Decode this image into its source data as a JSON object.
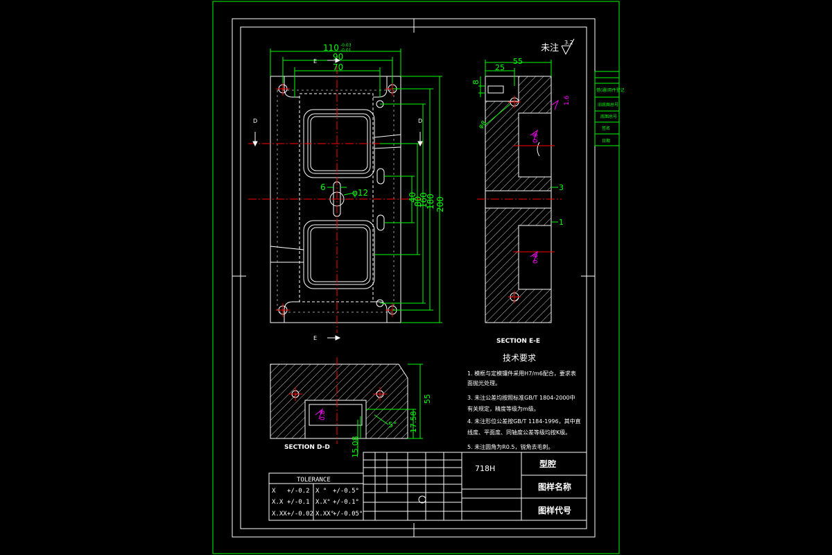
{
  "drawing": {
    "surface_note": "未注",
    "surface_value": "3.2",
    "dims_plan": {
      "d110": "110",
      "d110_tol_up": "-0.03",
      "d110_tol_dn": "-0.01",
      "d90": "90",
      "d70": "70",
      "d6": "6",
      "phi12": "φ12",
      "v40": "40",
      "v80": "80",
      "v160": "160",
      "v180": "180",
      "v200": "200"
    },
    "section_labels": {
      "D_left": "D",
      "D_right": "D",
      "E_top": "E",
      "E_bottom": "E"
    },
    "section_ee": {
      "title": "SECTION E-E",
      "d55": "55",
      "d25": "25",
      "d8": "8",
      "phi8": "φ8",
      "r16": "1.6",
      "r08a": "0.8",
      "r08b": "0.8",
      "d3": "3",
      "d1": "1"
    },
    "section_dd": {
      "title": "SECTION D-D",
      "d55": "55",
      "d17": "17.58",
      "d15": "15.08",
      "r08": "0.8",
      "angle": "5°"
    },
    "tech": {
      "heading": "技术要求",
      "items": [
        "1. 模框与定模镶件采用H7/m6配合，要求表",
        "   面抛光处理。",
        "3. 未注公差均按照标准GB/T 1804-2000中",
        "   有关规定，精度等级为m级。",
        "4. 未注形位公差按GB/T 1184-1996，其中直",
        "   线度、平面度、同轴度公差等级均按K级。",
        "5. 未注圆角为R0.5，锐角去毛刺。"
      ]
    },
    "tolerance": {
      "title": "TOLERANCE",
      "rows": [
        [
          "X",
          "+/-0.2",
          "X °",
          "+/-0.5°"
        ],
        [
          "X.X",
          "+/-0.1",
          "X.X°",
          "+/-0.1°"
        ],
        [
          "X.XX",
          "+/-0.02",
          "X.XX°",
          "+/-0.05°"
        ]
      ]
    },
    "title_block": {
      "material": "718H",
      "part_name": "型腔",
      "drawing_name_label": "图样名称",
      "drawing_code_label": "图样代号"
    },
    "side_table": {
      "rows": [
        "借(通)用件登记",
        "旧底图总号",
        "底图总号",
        "签名",
        "日期"
      ]
    }
  }
}
